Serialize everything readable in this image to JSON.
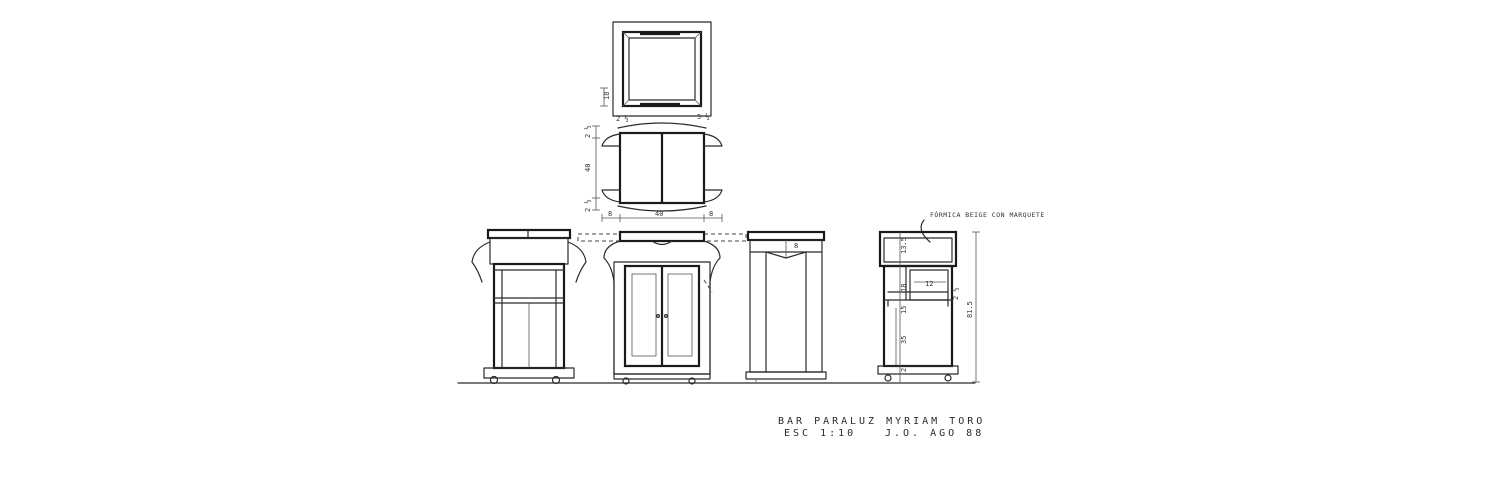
{
  "title_block": {
    "line1_left": "BAR PARA",
    "line1_right": "LUZ MYRIAM TORO",
    "line2_left": "ESC 1:10",
    "line2_right": "J.O. AGO 88"
  },
  "annotations": {
    "material_note": "FÓRMICA BEIGE CON MARQUETE"
  },
  "plan_dimensions": {
    "top_plan_depth": "18",
    "top_right_small": "5 ½",
    "bottom_left_small": "2 ½",
    "mid_plan_top": "2 ½",
    "mid_plan_height": "40",
    "mid_plan_bottom": "2 ½",
    "width_left": "8",
    "width_center": "40",
    "width_right": "8"
  },
  "section_dimensions": {
    "side_top": "8",
    "sec_top": "13.5",
    "sec_shelf": "18",
    "sec_drawer_w": "12",
    "sec_small": "2 ½",
    "sec_low": "35",
    "sec_base": "2",
    "sec_total": "81.5",
    "sec_extra": "15"
  }
}
